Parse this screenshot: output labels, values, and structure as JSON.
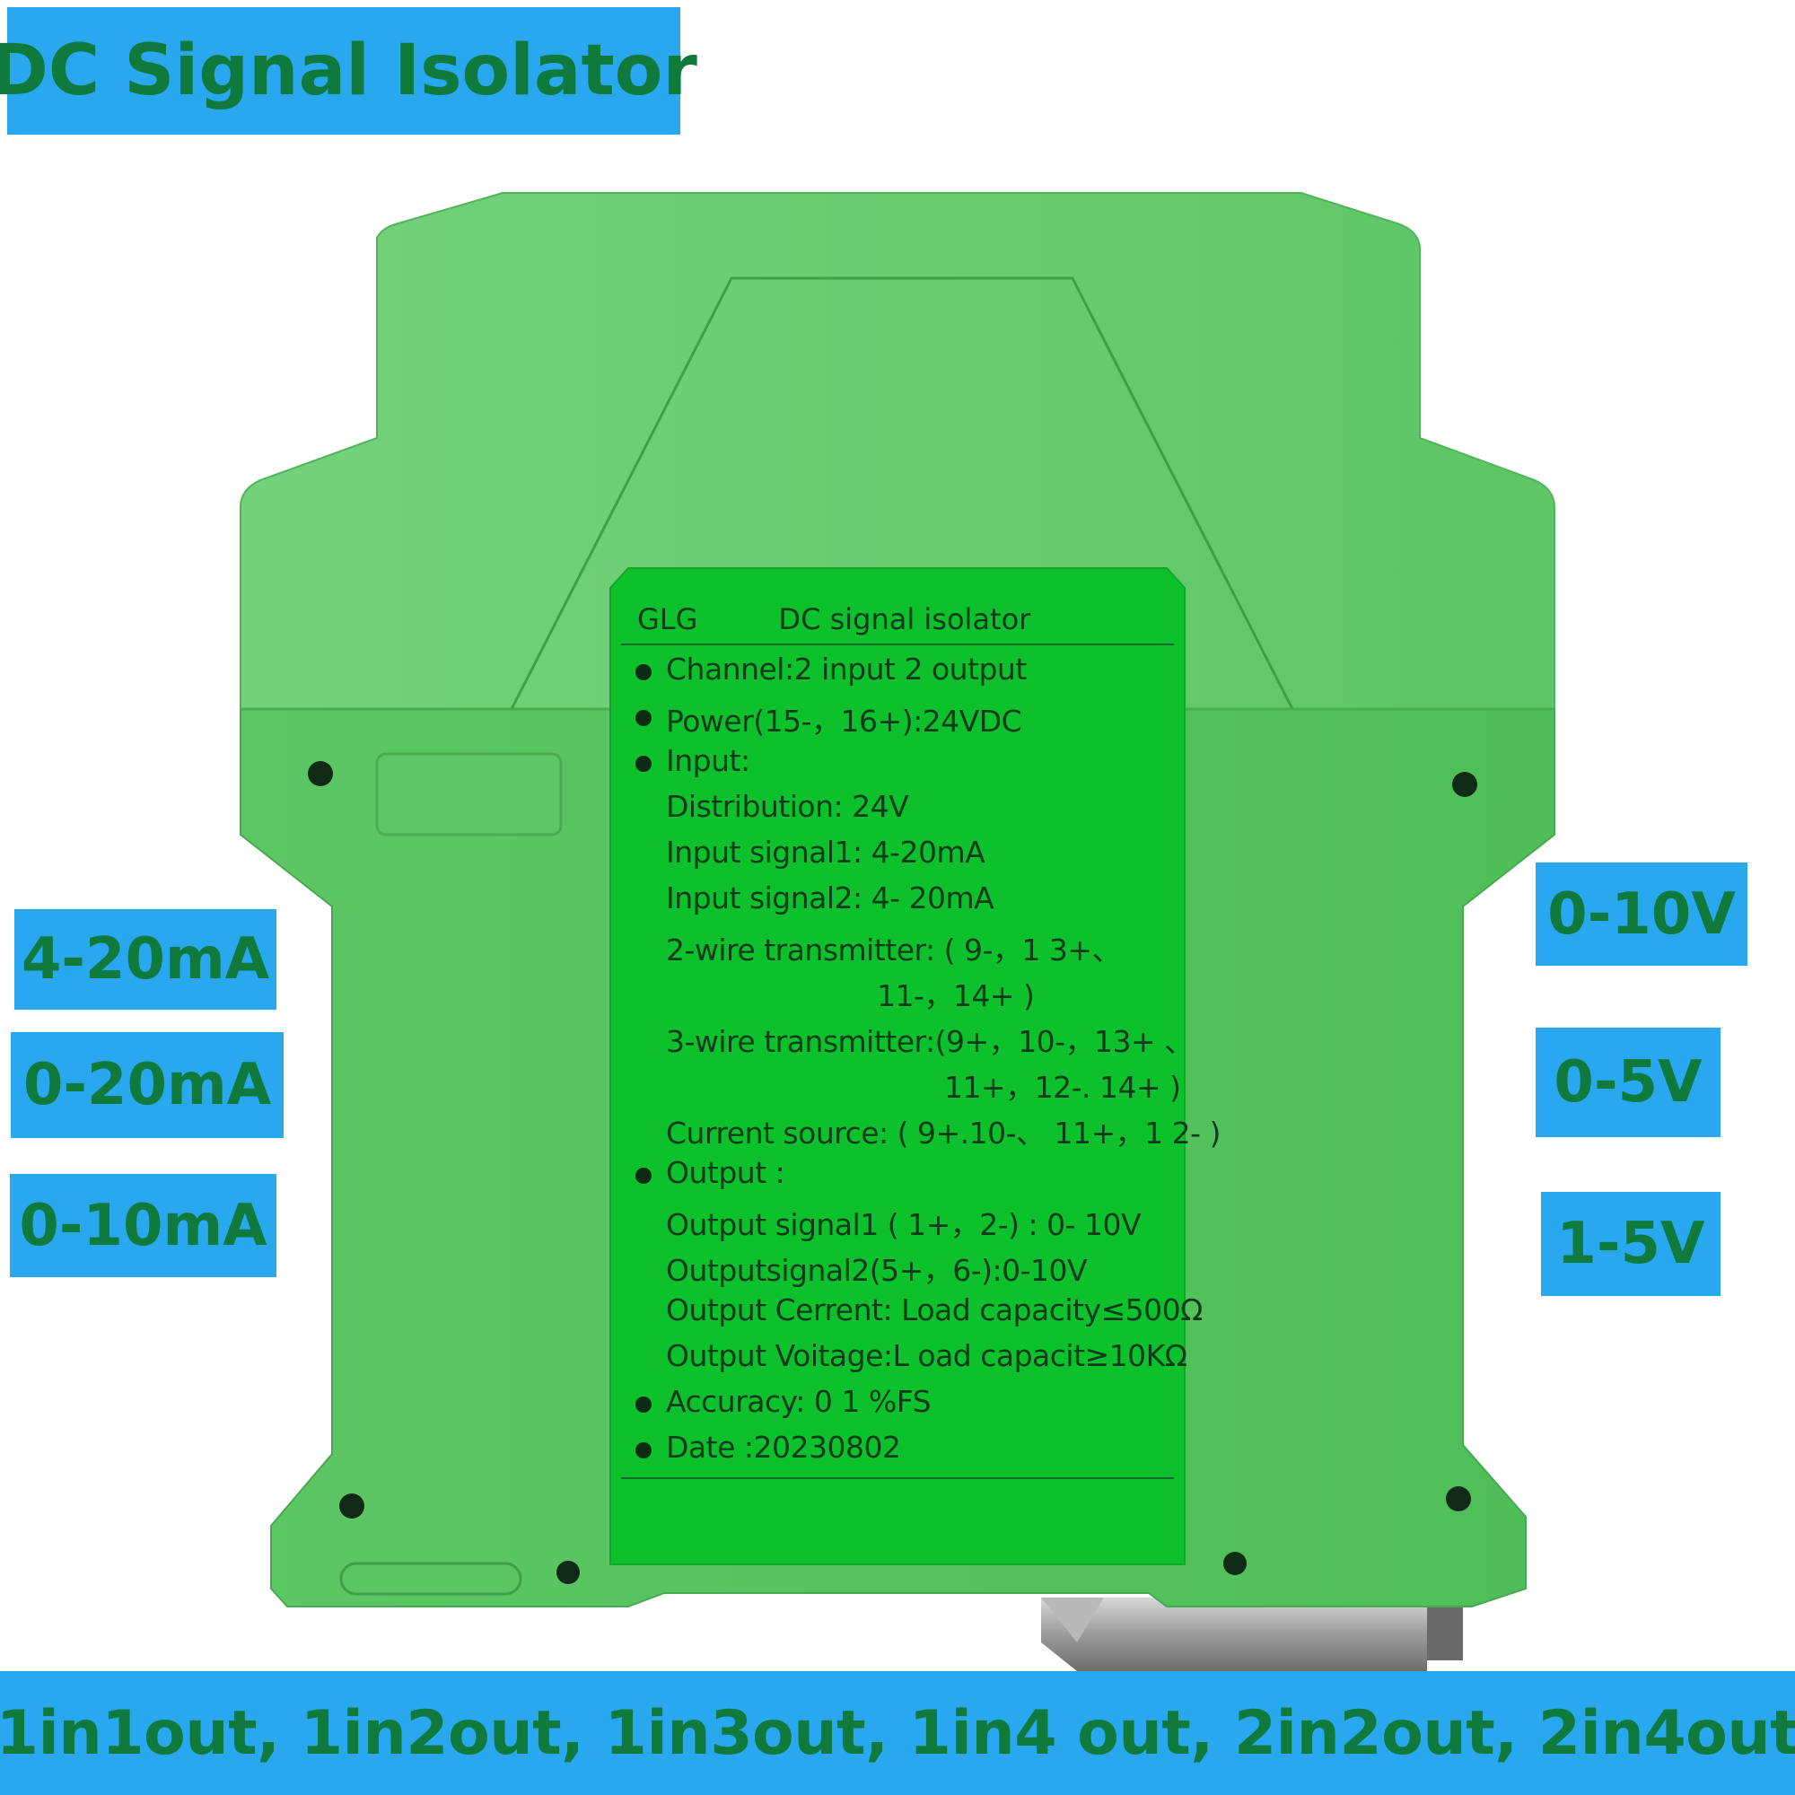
{
  "title": "DC Signal Isolator",
  "input_tags": [
    "4-20mA",
    "0-20mA",
    "0-10mA"
  ],
  "output_tags": [
    "0-10V",
    "0-5V",
    "1-5V"
  ],
  "bottom_banner": "1in1out, 1in2out, 1in3out, 1in4 out, 2in2out, 2in4out",
  "colors": {
    "banner": "#29a8ef",
    "banner_text": "#0f7a3c",
    "housing": "#66cc6e",
    "label": "#0cc12b"
  },
  "label": {
    "brand": "GLG",
    "product": "DC signal isolator",
    "lines": [
      {
        "bullet": true,
        "text": "Channel:2 input 2 output"
      },
      {
        "bullet": true,
        "text": "Power(15-，16+):24VDC"
      },
      {
        "bullet": true,
        "text": "Input:"
      },
      {
        "bullet": false,
        "text": "Distribution: 24V"
      },
      {
        "bullet": false,
        "text": "Input signal1: 4-20mA"
      },
      {
        "bullet": false,
        "text": "Input signal2: 4- 20mA"
      },
      {
        "bullet": false,
        "text": "2-wire transmitter: ( 9-，1 3+、"
      },
      {
        "bullet": false,
        "text": "11-，14+ )",
        "indent": 1
      },
      {
        "bullet": false,
        "text": "3-wire transmitter:(9+，10-，13+ 、"
      },
      {
        "bullet": false,
        "text": "11+，12-. 14+ )",
        "indent": 2
      },
      {
        "bullet": false,
        "text": "Current source: ( 9+.10-、 11+，1 2- )"
      },
      {
        "bullet": true,
        "text": "Output :"
      },
      {
        "bullet": false,
        "text": "Output signal1 ( 1+，2-) : 0- 10V"
      },
      {
        "bullet": false,
        "text": "Outputsignal2(5+，6-):0-10V"
      },
      {
        "bullet": false,
        "text": "Output Cerrent: Load capacity≤500Ω"
      },
      {
        "bullet": false,
        "text": "Output Voitage:L oad capacit≥10KΩ"
      },
      {
        "bullet": true,
        "text": "Accuracy: 0 1 %FS"
      },
      {
        "bullet": true,
        "text": "Date :20230802"
      }
    ]
  }
}
